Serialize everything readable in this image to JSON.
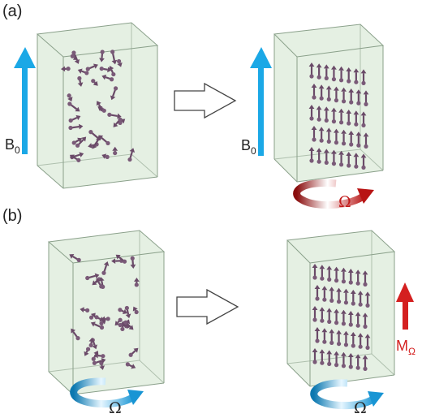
{
  "labels": {
    "panel_a": "(a)",
    "panel_b": "(b)",
    "b0_main": "B",
    "b0_sub": "0",
    "omega": "Ω",
    "m_main": "M",
    "m_sub": "Ω"
  },
  "colors": {
    "box_fill": "#dcebd9",
    "box_edge": "#8aa08a",
    "spin": "#6a4a68",
    "field_blue": "#1ba8e6",
    "rotation_red": "#c21a1a",
    "rotation_blue": "#1ba0dc",
    "magnet_red": "#d42020"
  },
  "icons": {
    "field_arrow": "up-arrow-icon",
    "process_arrow": "hollow-right-arrow-icon",
    "rotation": "rotation-arrow-icon",
    "spin": "spin-arrow-icon"
  }
}
